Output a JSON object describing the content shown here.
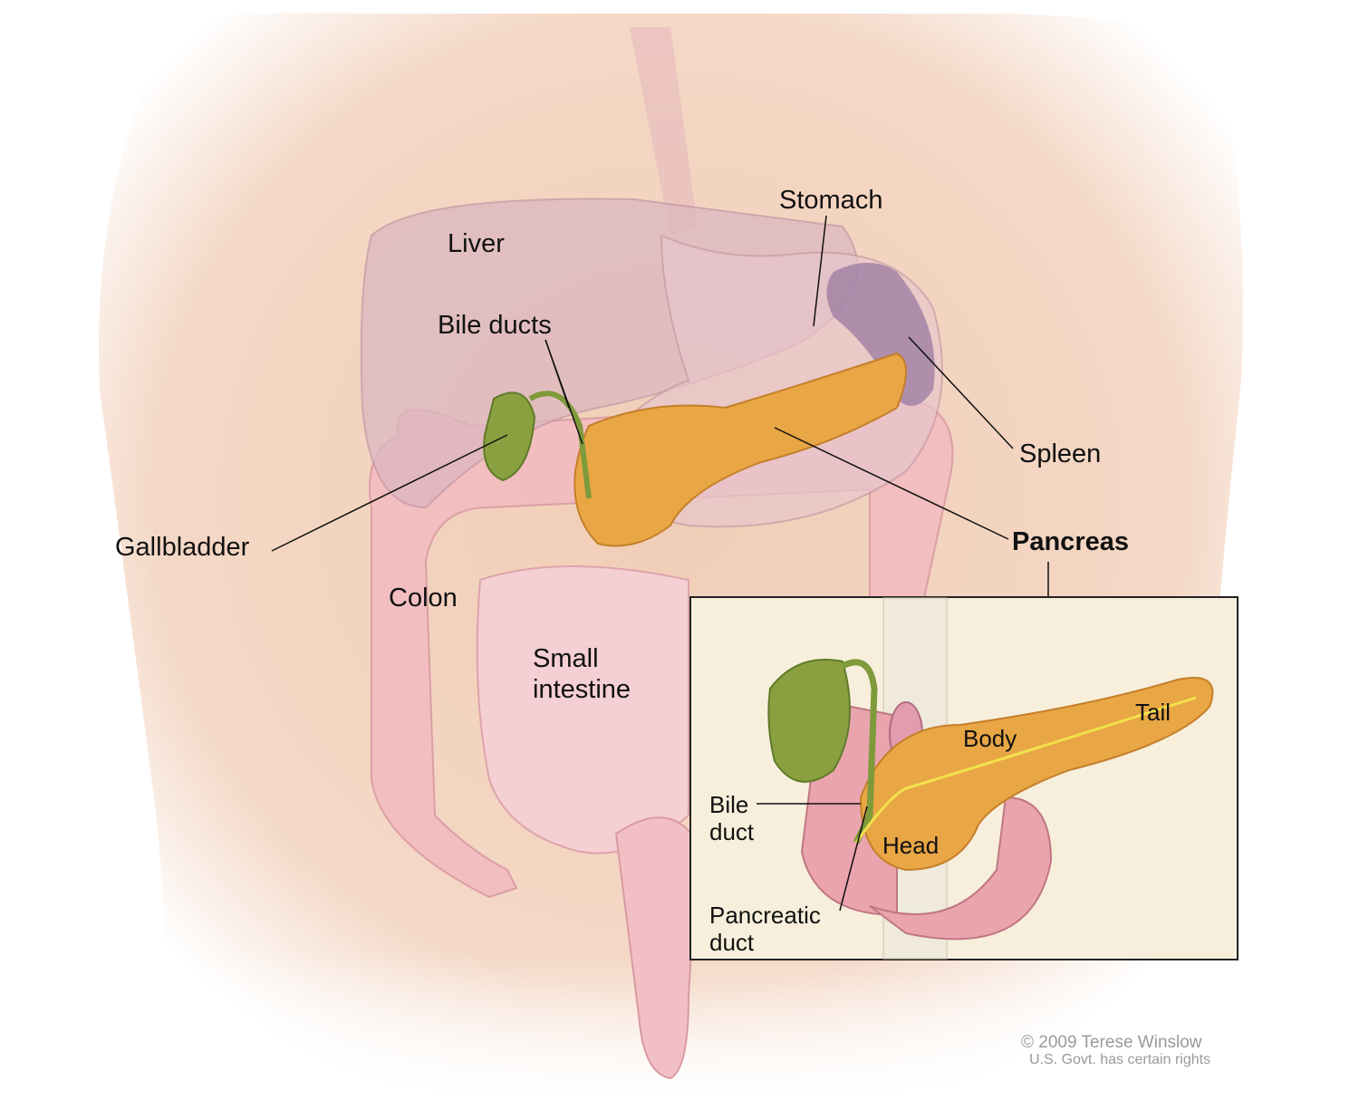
{
  "labels": {
    "stomach": "Stomach",
    "liver": "Liver",
    "bile_ducts": "Bile ducts",
    "spleen": "Spleen",
    "gallbladder": "Gallbladder",
    "pancreas": "Pancreas",
    "colon": "Colon",
    "small_intestine": [
      "Small",
      "intestine"
    ]
  },
  "inset": {
    "body": "Body",
    "tail": "Tail",
    "head": "Head",
    "bile_duct": [
      "Bile",
      "duct"
    ],
    "pancreatic_duct": [
      "Pancreatic",
      "duct"
    ]
  },
  "credit": {
    "line1": "© 2009 Terese Winslow",
    "line2": "U.S. Govt. has certain rights"
  },
  "colors": {
    "skin": "#f3d3be",
    "pancreas": "#e8a645",
    "gallbladder": "#8aa040",
    "intestine": "#f2bcc0",
    "liver": "#dcb7c0",
    "spleen": "#9a7aa0",
    "inset_bg": "#f7efdc"
  }
}
